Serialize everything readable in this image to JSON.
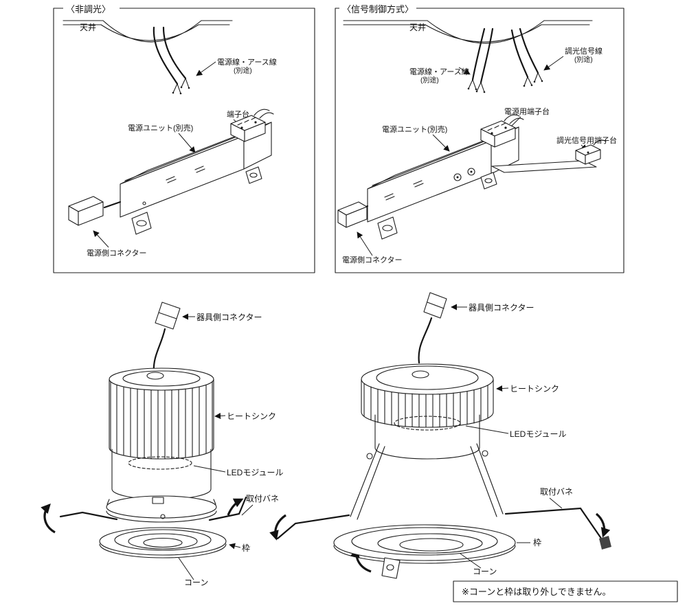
{
  "page": {
    "background": "#ffffff",
    "ink": "#1c1c1c"
  },
  "panel_non_dimming": {
    "title": "〈非調光〉",
    "ceiling_label": "天井",
    "power_earth_wire_label": "電源線・アース線",
    "power_earth_wire_note": "(別途)",
    "terminal_block_label": "端子台",
    "power_unit_label": "電源ユニット(別売)",
    "power_connector_label": "電源側コネクター"
  },
  "panel_signal_control": {
    "title": "〈信号制御方式〉",
    "ceiling_label": "天井",
    "power_earth_wire_label": "電源線・アース線",
    "power_earth_wire_note": "(別途)",
    "dim_signal_wire_label": "調光信号線",
    "dim_signal_wire_note": "(別途)",
    "power_terminal_block_label": "電源用端子台",
    "power_unit_label": "電源ユニット(別売)",
    "dim_terminal_block_label": "調光信号用端子台",
    "power_connector_label": "電源側コネクター"
  },
  "fixture_left": {
    "connector_label": "器具側コネクター",
    "heatsink_label": "ヒートシンク",
    "led_module_label": "LEDモジュール",
    "spring_label": "取付バネ",
    "frame_label": "枠",
    "cone_label": "コーン"
  },
  "fixture_right": {
    "connector_label": "器具側コネクター",
    "heatsink_label": "ヒートシンク",
    "led_module_label": "LEDモジュール",
    "spring_label": "取付バネ",
    "frame_label": "枠",
    "cone_label": "コーン"
  },
  "footnote": "※コーンと枠は取り外しできません。"
}
